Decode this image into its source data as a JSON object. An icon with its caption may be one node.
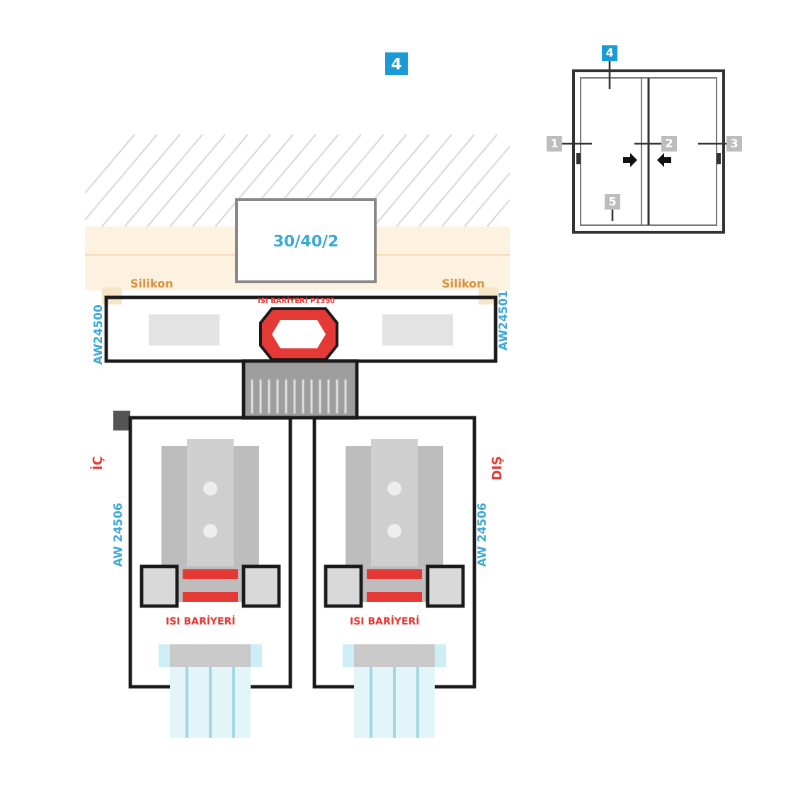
{
  "diagram": {
    "nodes": [
      {
        "text": [
          "4"
        ]
      },
      {
        "text": [
          "30/40/2"
        ]
      },
      {
        "text": [
          "4"
        ]
      },
      {
        "text": [
          "1"
        ]
      },
      {
        "text": [
          "2"
        ]
      },
      {
        "text": [
          "3"
        ]
      },
      {
        "text": [
          "5"
        ]
      }
    ],
    "edges": [
      {
        "from": 2,
        "to": null,
        "arrow": "none"
      },
      {
        "from": 3,
        "to": null,
        "arrow": "none"
      },
      {
        "from": 4,
        "to": null,
        "arrow": "none"
      },
      {
        "from": 5,
        "to": null,
        "arrow": "none"
      },
      {
        "from": 6,
        "to": null,
        "arrow": "none"
      }
    ],
    "labels": [
      "Silikon",
      "Silikon",
      "ISI BARİYERİ P1350",
      "AW24500",
      "AW24501",
      "İÇ",
      "DIŞ",
      "AW 24506",
      "AW 24506",
      "ISI BARİYERİ",
      "ISI BARİYERİ"
    ]
  }
}
